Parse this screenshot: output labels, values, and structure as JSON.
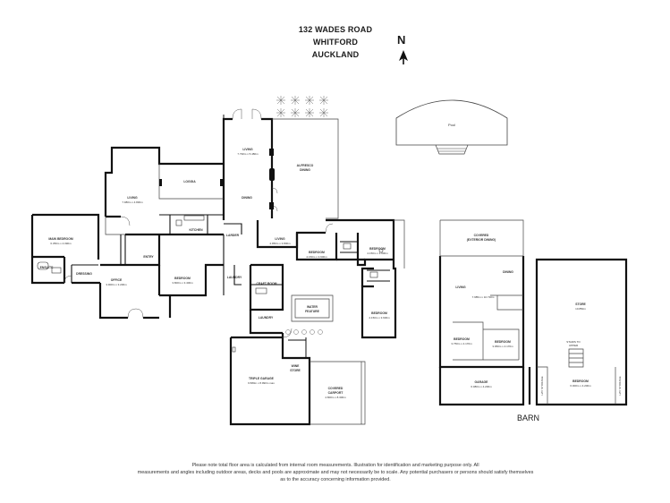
{
  "address": {
    "line1": "132 WADES ROAD",
    "line2": "WHITFORD",
    "line3": "AUCKLAND"
  },
  "north_label": "N",
  "pool_label": "Pool",
  "barn_title": "BARN",
  "rooms": {
    "living_top": {
      "name": "LIVING",
      "dims": "7.790m x 5.480m"
    },
    "alfresco": {
      "name": "ALFRESCO",
      "sub": "DINING"
    },
    "loggia": {
      "name": "LOGGIA",
      "dims": ""
    },
    "living_main": {
      "name": "LIVING",
      "dims": "7.980m x 4.830m"
    },
    "dining": {
      "name": "DINING",
      "dims": ""
    },
    "kitchen": {
      "name": "KITCHEN",
      "dims": ""
    },
    "larder": {
      "name": "LARDER",
      "dims": ""
    },
    "main_bedroom": {
      "name": "MAIN BEDROOM",
      "dims": "6.350m x 4.090m"
    },
    "ensuite": {
      "name": "ENSUITE",
      "dims": ""
    },
    "dressing": {
      "name": "DRESSING",
      "dims": ""
    },
    "office": {
      "name": "OFFICE",
      "dims": "3.900m x 3.200m"
    },
    "entry": {
      "name": "ENTRY",
      "dims": ""
    },
    "bedroom_center": {
      "name": "BEDROOM",
      "dims": "3.800m x 3.400m"
    },
    "laundry_small": {
      "name": "LAUNDRY",
      "dims": ""
    },
    "living_right": {
      "name": "LIVING",
      "dims": "4.950m x 3.800m"
    },
    "bedroom_r1": {
      "name": "BEDROOM",
      "dims": "4.150m x 3.600m"
    },
    "bedroom_r2": {
      "name": "BEDROOM",
      "dims": "4.150m x 3.600m"
    },
    "bedroom_r3": {
      "name": "BEDROOM",
      "dims": "4.150m x 3.600m"
    },
    "craft_room": {
      "name": "CRAFT ROOM",
      "dims": ""
    },
    "laundry": {
      "name": "LAUNDRY",
      "dims": ""
    },
    "water_feature": {
      "name": "WATER",
      "sub": "FEATURE"
    },
    "wine_store": {
      "name": "WINE",
      "sub": "STORE"
    },
    "triple_garage": {
      "name": "TRIPLE GARAGE",
      "dims": "9.580m x 8.990m max"
    },
    "covered_carport": {
      "name": "COVERED",
      "sub": "CARPORT",
      "dims": "4.800m x 8.300m"
    },
    "barn_covered": {
      "name": "COVERED",
      "sub": "(EXTERIOR DINING)"
    },
    "barn_dining": {
      "name": "DINING",
      "dims": ""
    },
    "barn_living": {
      "name": "LIVING",
      "dims": "7.985m x 10.730m"
    },
    "barn_bedroom1": {
      "name": "BEDROOM",
      "dims": "3.750m x 4.170m"
    },
    "barn_bedroom2": {
      "name": "BEDROOM",
      "dims": "3.950m x 4.170m"
    },
    "barn_garage": {
      "name": "GARAGE",
      "dims": "6.080m x 4.200m"
    },
    "barn_store": {
      "name": "STORE",
      "dims": "10.850m"
    },
    "barn_bedroom3": {
      "name": "BEDROOM",
      "dims": "6.000m x 4.200m"
    },
    "hay_storage_l": {
      "name": "HAY STORAGE"
    },
    "hay_storage_r": {
      "name": "HAY STORAGE"
    },
    "stair_note": {
      "name": "STAIRS TO",
      "sub": "UPPER"
    }
  },
  "disclaimer": {
    "line1": "Please note total floor area is calculated from internal room measurements. Illustration for identification and marketing purpose only. All",
    "line2": "measurements and angles including outdoor areas, decks and pools are approximate and may not necessarily be to scale. Any potential purchasers or persons should satisfy themselves",
    "line3": "as to the accuracy concerning information provided."
  }
}
